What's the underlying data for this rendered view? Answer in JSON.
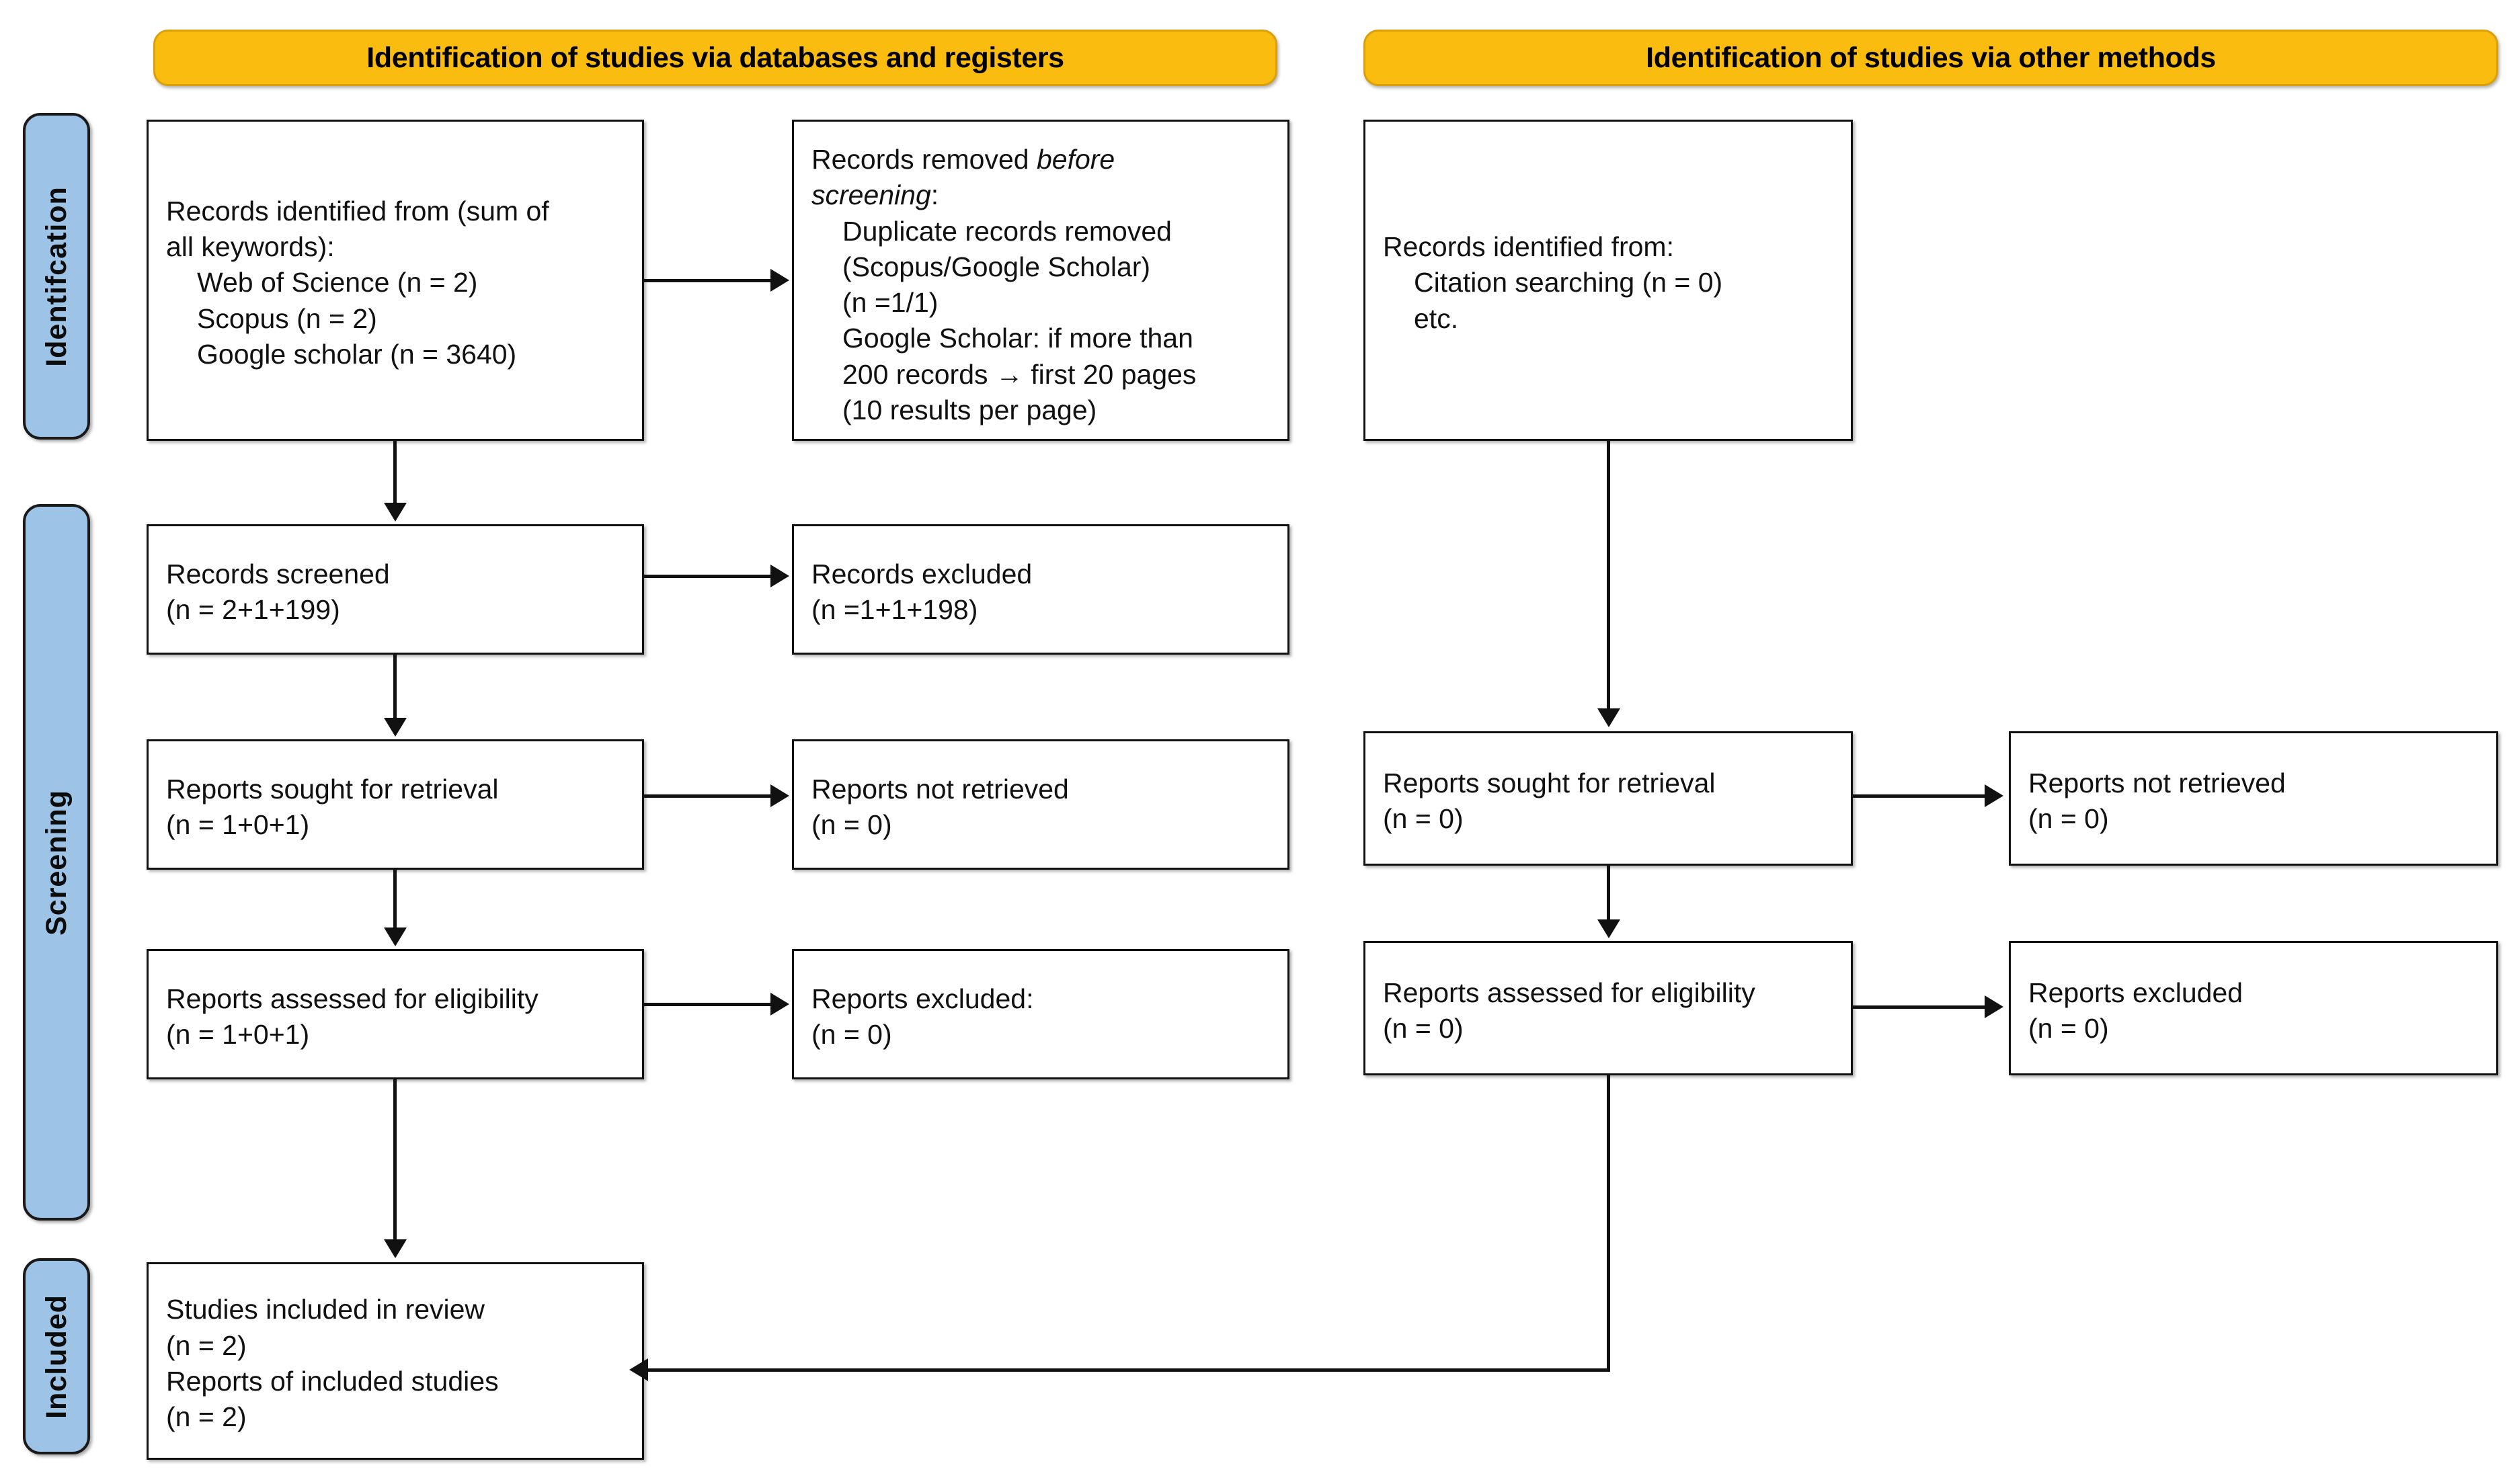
{
  "diagram": {
    "title": "PRISMA 2020 flow diagram",
    "colors": {
      "banner_fill": "#FBBC10",
      "banner_border": "#D9A00B",
      "stage_label_fill": "#9DC3E6",
      "box_border": "#111111",
      "connector": "#111111",
      "background": "#FFFFFF"
    }
  },
  "banners": {
    "left": "Identification of studies via databases and registers",
    "right": "Identification of studies via other methods"
  },
  "stage_labels": {
    "identification": "Identifcation",
    "screening": "Screening",
    "included": "Included"
  },
  "boxes": {
    "records_identified": {
      "l1": "Records identified from (sum of",
      "l2": "all keywords):",
      "l3": "Web of Science (n = 2)",
      "l4": "Scopus (n = 2)",
      "l5": "Google scholar (n = 3640)"
    },
    "records_removed": {
      "l1": "Records removed ",
      "l1_italic": "before",
      "l2_italic": "screening",
      "l2_tail": ":",
      "l3": "Duplicate records removed",
      "l4": "(Scopus/Google Scholar)",
      "l5": "(n =1/1)",
      "l6": "Google Scholar: if more than",
      "l7": "200 records → first 20 pages",
      "l8": "(10 results per page)"
    },
    "records_screened": {
      "l1": "Records screened",
      "l2": "(n = 2+1+199)"
    },
    "records_excluded": {
      "l1": "Records excluded",
      "l2": "(n =1+1+198)"
    },
    "reports_sought_left": {
      "l1": "Reports sought for retrieval",
      "l2": "(n = 1+0+1)"
    },
    "reports_not_retrieved_left": {
      "l1": "Reports not retrieved",
      "l2": "(n = 0)"
    },
    "reports_assessed_left": {
      "l1": "Reports assessed for eligibility",
      "l2": "(n = 1+0+1)"
    },
    "reports_excluded_left": {
      "l1": "Reports excluded:",
      "l2": "(n = 0)"
    },
    "studies_included": {
      "l1": "Studies included in review",
      "l2": "(n = 2)",
      "l3": "Reports of included studies",
      "l4": "(n = 2)"
    },
    "records_identified_other": {
      "l1": "Records identified from:",
      "l2": "Citation searching (n = 0)",
      "l3": "etc."
    },
    "reports_sought_right": {
      "l1": "Reports sought for retrieval",
      "l2": "(n = 0)"
    },
    "reports_not_retrieved_right": {
      "l1": "Reports not retrieved",
      "l2": "(n = 0)"
    },
    "reports_assessed_right": {
      "l1": "Reports assessed for eligibility",
      "l2": "(n = 0)"
    },
    "reports_excluded_right": {
      "l1": "Reports excluded",
      "l2": "(n = 0)"
    }
  }
}
